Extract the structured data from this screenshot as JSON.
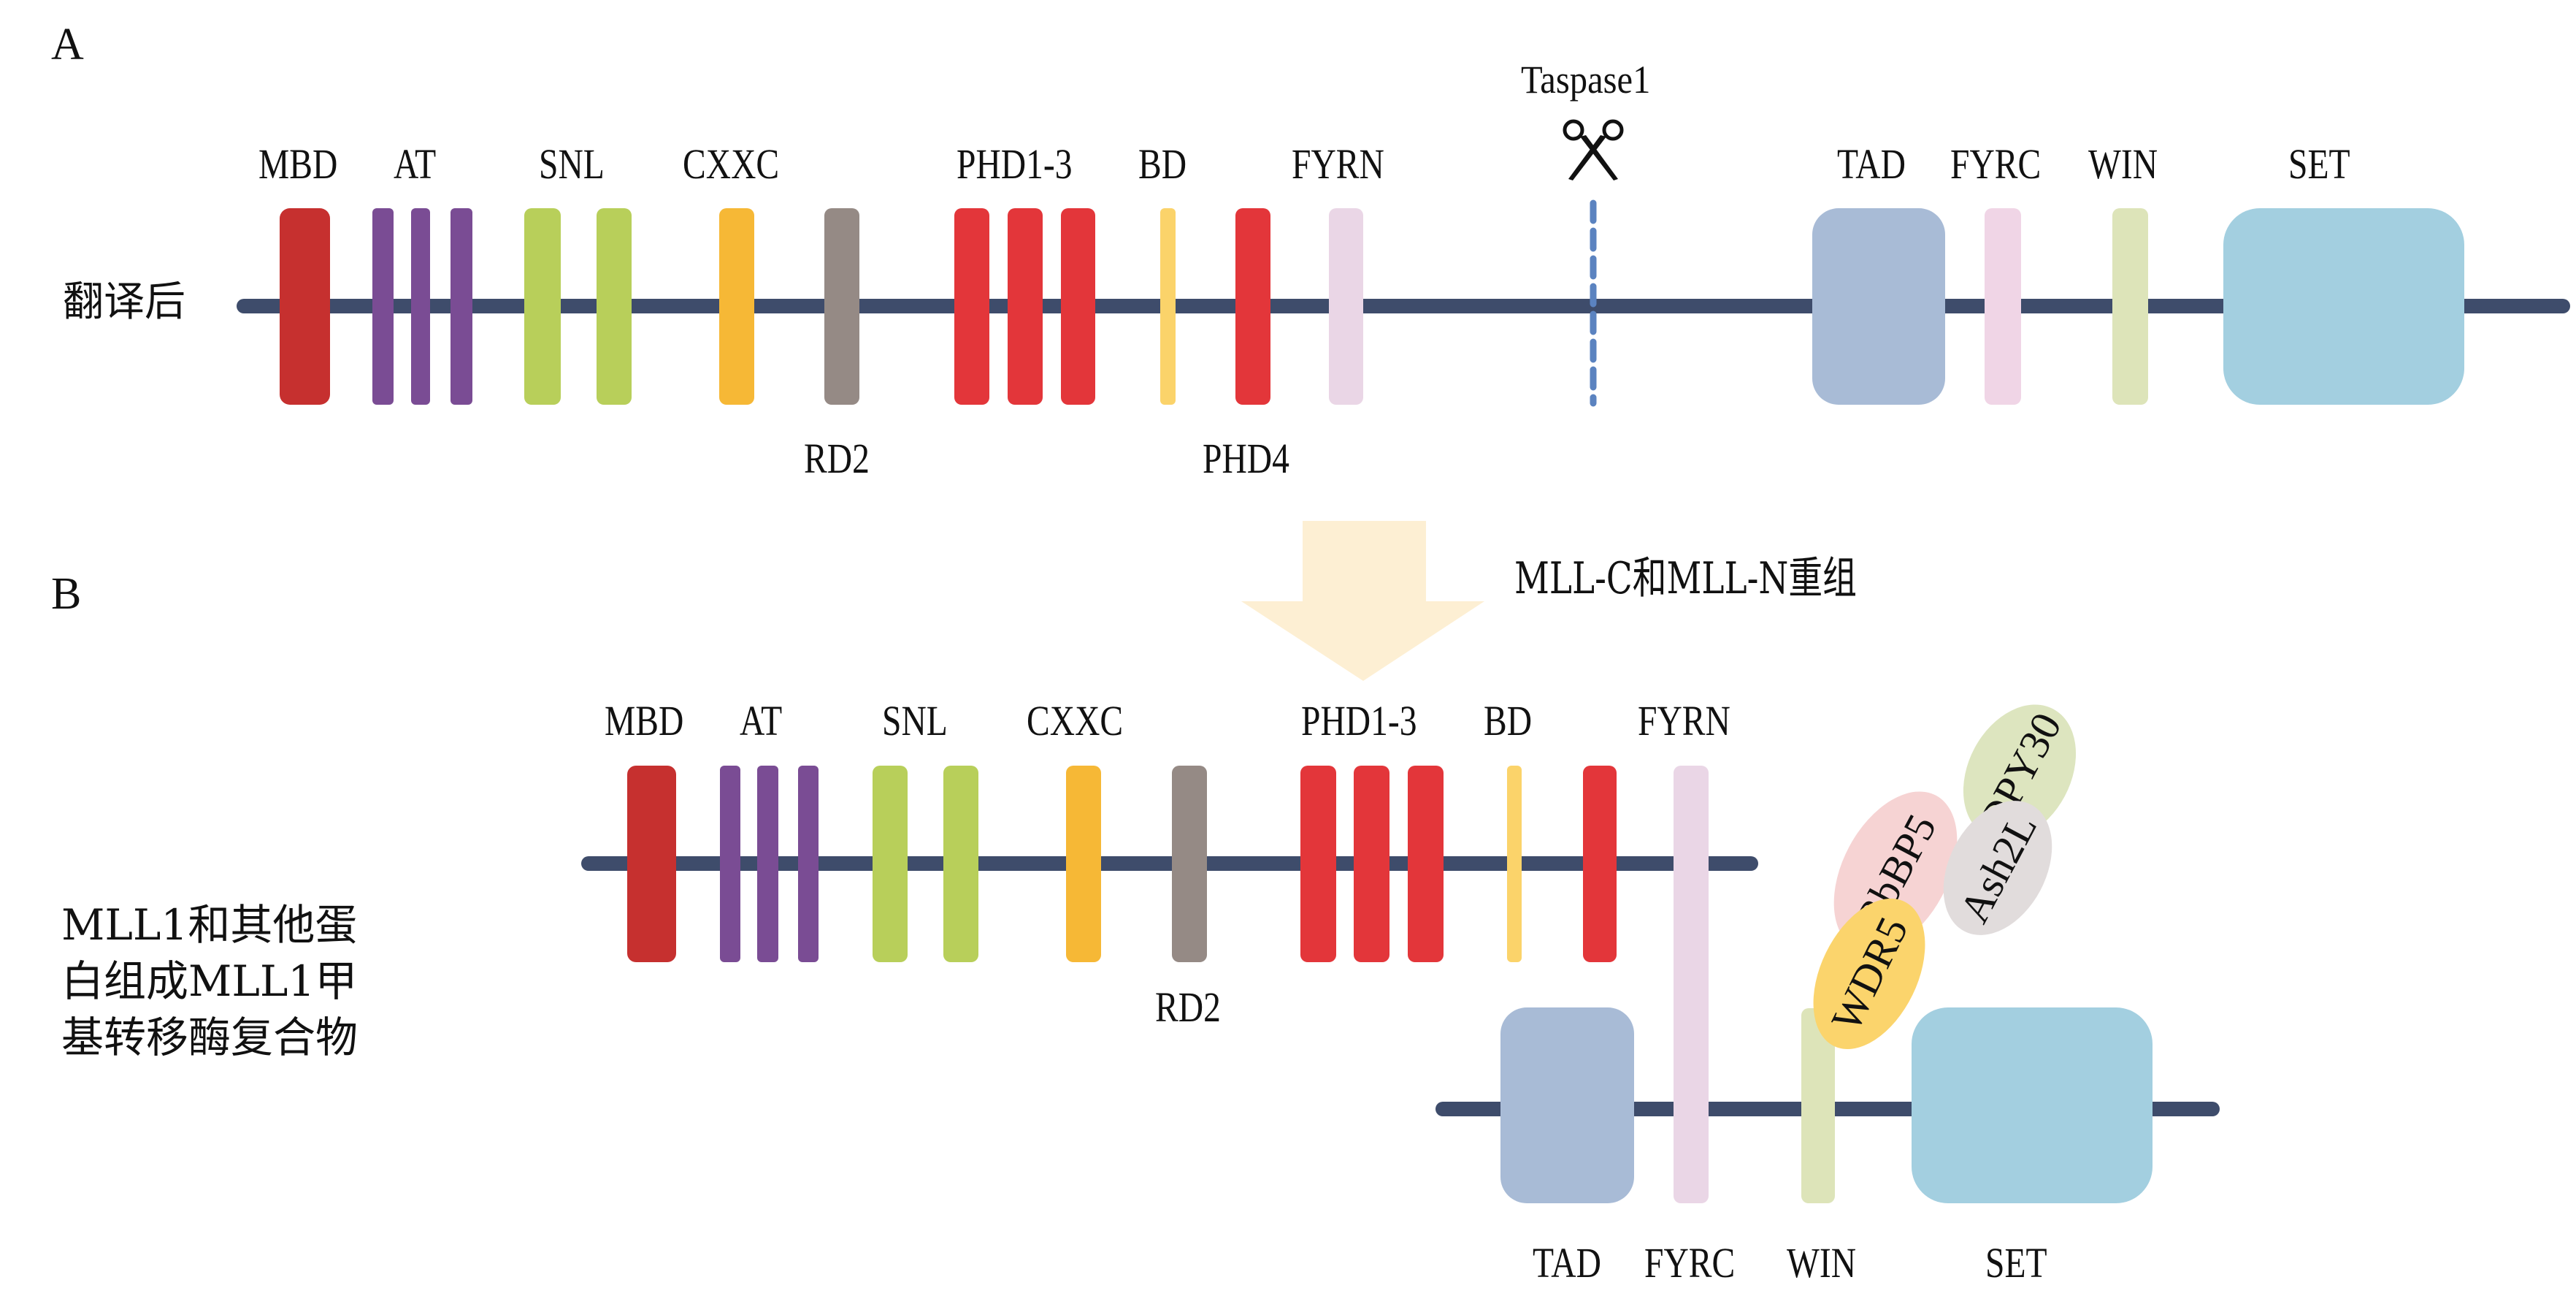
{
  "figure": {
    "panel_a": {
      "letter": "A",
      "row_label": "翻译后",
      "cleavage": {
        "enzyme_label": "Taspase1",
        "icon": "scissors-icon"
      },
      "domains": [
        {
          "id": "MBD",
          "label": "MBD",
          "label_pos": "top",
          "color": "#c6302f"
        },
        {
          "id": "AT1",
          "label": "AT",
          "label_pos": "top",
          "color": "#7a4c94"
        },
        {
          "id": "AT2",
          "label": "",
          "color": "#7a4c94"
        },
        {
          "id": "AT3",
          "label": "",
          "color": "#7a4c94"
        },
        {
          "id": "SNL1",
          "label": "SNL",
          "label_pos": "top",
          "color": "#b8cf5a"
        },
        {
          "id": "SNL2",
          "label": "",
          "color": "#b8cf5a"
        },
        {
          "id": "CXXC",
          "label": "CXXC",
          "label_pos": "top",
          "color": "#f6b836"
        },
        {
          "id": "RD2",
          "label": "RD2",
          "label_pos": "bottom",
          "color": "#958a85"
        },
        {
          "id": "PHD1",
          "label": "PHD1-3",
          "label_pos": "top",
          "color": "#e3363a"
        },
        {
          "id": "PHD2",
          "label": "",
          "color": "#e3363a"
        },
        {
          "id": "PHD3",
          "label": "",
          "color": "#e3363a"
        },
        {
          "id": "BD",
          "label": "BD",
          "label_pos": "top",
          "color": "#fbd36a"
        },
        {
          "id": "PHD4",
          "label": "PHD4",
          "label_pos": "bottom",
          "color": "#e3363a"
        },
        {
          "id": "FYRN",
          "label": "FYRN",
          "label_pos": "top",
          "color": "#ead6e6"
        },
        {
          "id": "TAD",
          "label": "TAD",
          "label_pos": "top",
          "color": "#a8bbd6"
        },
        {
          "id": "FYRC",
          "label": "FYRC",
          "label_pos": "top",
          "color": "#f0d5e6"
        },
        {
          "id": "WIN",
          "label": "WIN",
          "label_pos": "top",
          "color": "#dde4b9"
        },
        {
          "id": "SET",
          "label": "SET",
          "label_pos": "top",
          "color": "#a3cfe0"
        }
      ]
    },
    "transition": {
      "label": "MLL-C和MLL-N重组",
      "arrow_color": "#fdefd3"
    },
    "panel_b": {
      "letter": "B",
      "description_lines": [
        "MLL1和其他蛋",
        "白组成MLL1甲",
        "基转移酶复合物"
      ],
      "mll_n_labels": {
        "MBD": "MBD",
        "AT": "AT",
        "SNL": "SNL",
        "CXXC": "CXXC",
        "RD2": "RD2",
        "PHD1_3": "PHD1-3",
        "BD": "BD",
        "FYRN": "FYRN"
      },
      "mll_c_labels": {
        "TAD": "TAD",
        "FYRC": "FYRC",
        "WIN": "WIN",
        "SET": "SET"
      },
      "complex_proteins": [
        {
          "name": "WDR5",
          "color": "#fbd46c"
        },
        {
          "name": "RbBP5",
          "color": "#f6d3d3"
        },
        {
          "name": "Ash2L",
          "color": "#e1dcdc"
        },
        {
          "name": "DPY30",
          "color": "#dde5bf"
        }
      ]
    },
    "colors": {
      "backbone": "#3e4c6b",
      "cleavage_line": "#5b83c0",
      "text": "#111111"
    }
  }
}
